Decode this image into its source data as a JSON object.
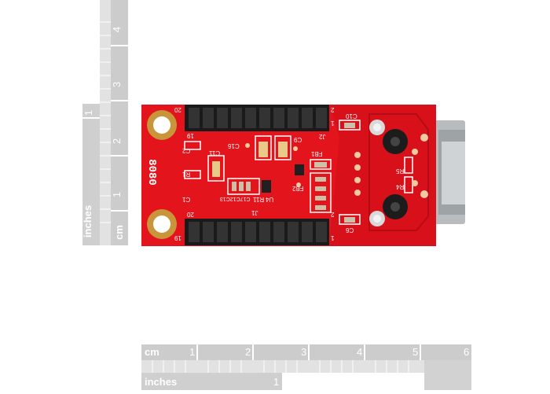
{
  "vertical_ruler": {
    "cm_label": "cm",
    "cm_numbers": [
      "1",
      "2",
      "3",
      "4"
    ],
    "inch_label": "inches",
    "inch_numbers": [
      "1"
    ]
  },
  "horizontal_ruler": {
    "cm_label": "cm",
    "cm_numbers": [
      "1",
      "2",
      "3",
      "4",
      "5",
      "6"
    ],
    "inch_label": "inches",
    "inch_numbers": [
      "1"
    ]
  },
  "board": {
    "silkscreen_code": "8080",
    "top_header": {
      "left": "20",
      "right": "2",
      "inner_left": "19",
      "inner_right": "1"
    },
    "bottom_header": {
      "left": "19",
      "right": "1",
      "inner_left": "20",
      "inner_right": "2"
    },
    "labels": {
      "c10": "C10",
      "j2": "J2",
      "j1": "J1",
      "c2": "C2",
      "c1": "C1",
      "c11": "C11",
      "c16": "C16",
      "c9": "C9",
      "c6": "C6",
      "r1": "R1",
      "r5": "R5",
      "r4": "R4",
      "fb1": "FB1",
      "fb2": "FB2",
      "u4": "U4",
      "r11": "R11",
      "c17c12c13": "C17C12C13"
    }
  },
  "colors": {
    "pcb_red": "#e3141b",
    "ruler_grey": "#c9c9c9",
    "header_black": "#1a1a1a",
    "gold": "#c8953a",
    "jack_silver": "#b8bcbf"
  }
}
